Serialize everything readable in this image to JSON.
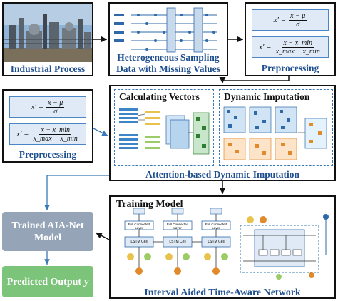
{
  "industrial": {
    "caption": "Industrial Process",
    "photo": "industrial-plant-photo",
    "colors": {
      "sky": "#8fb4d8",
      "plant": "#5b636c",
      "ground": "#7a6f5a"
    }
  },
  "sampling": {
    "caption_line1": "Heterogeneous Sampling",
    "caption_line2": "Data with Missing Values"
  },
  "preproc_top": {
    "caption": "Preprocessing",
    "eq1_lhs": "x′ =",
    "eq1_num": "x − μ",
    "eq1_den": "σ",
    "eq2_lhs": "x′ =",
    "eq2_num": "x − x_min",
    "eq2_den": "x_max − x_min"
  },
  "preproc_left": {
    "caption": "Preprocessing",
    "eq1_lhs": "x′ =",
    "eq1_num": "x − μ",
    "eq1_den": "σ",
    "eq2_lhs": "x′ =",
    "eq2_num": "x − x_min",
    "eq2_den": "x_max − x_min"
  },
  "attention": {
    "caption": "Attention-based Dynamic Imputation",
    "calc_title": "Calculating Vectors",
    "dyn_title": "Dynamic Imputation"
  },
  "training": {
    "title": "Training Model",
    "caption": "Interval Aided Time-Aware Network",
    "fc_label": "Full Connected Layer",
    "lstm_label": "LSTM Cell"
  },
  "trained": {
    "line1": "Trained AIA-Net",
    "line2": "Model"
  },
  "predicted": {
    "label": "Predicted Output",
    "var": "y"
  },
  "colors": {
    "accent_blue": "#1f4f8f",
    "dashed_blue": "#3a78b5",
    "grey_box": "#96a4b8",
    "green_box": "#7cc47a",
    "eq_fill": "#dfeaf6"
  }
}
